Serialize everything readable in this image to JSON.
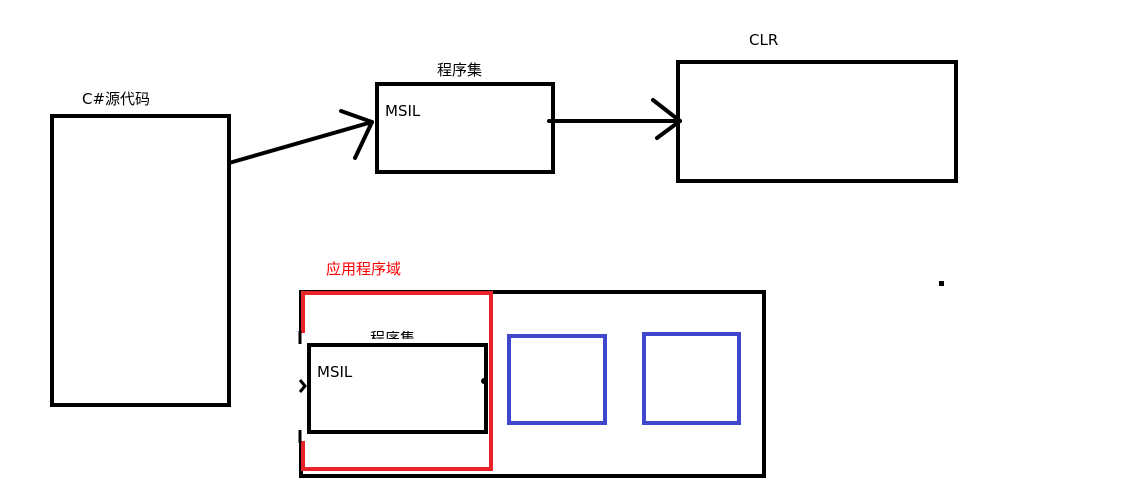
{
  "labels": {
    "csharp_source": "C#源代码",
    "assembly_top": "程序集",
    "clr": "CLR",
    "msil_top": "MSIL",
    "app_domain": "应用程序域",
    "assembly_bottom": "程序集",
    "msil_bottom": "MSIL"
  },
  "colors": {
    "stroke": "#000000",
    "app_domain_border": "#e8242a",
    "app_domain_label": "#ff0000",
    "inner_boxes": "#3f48cc"
  }
}
